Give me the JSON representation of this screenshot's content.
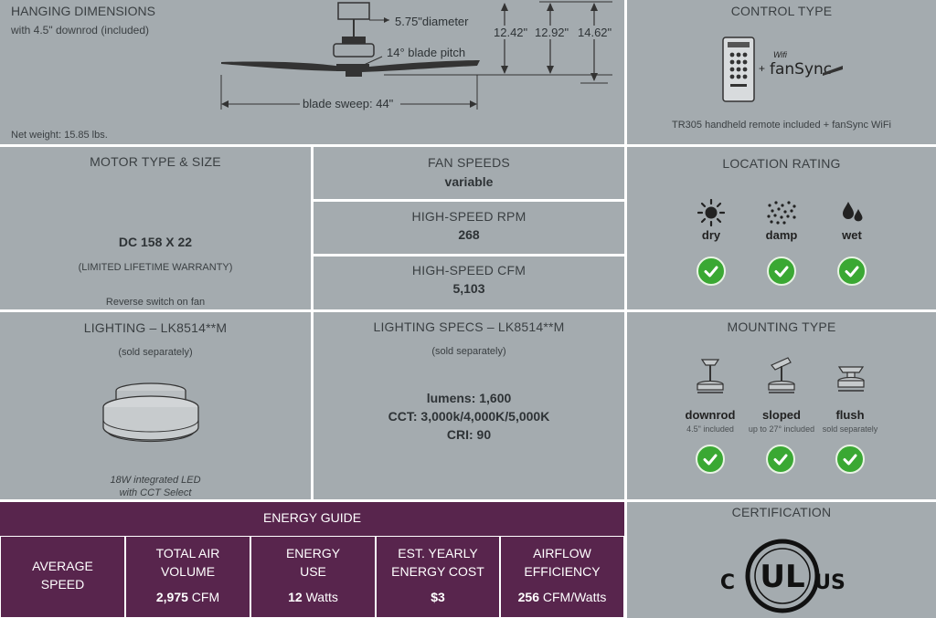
{
  "hanging": {
    "title": "HANGING DIMENSIONS",
    "subtitle": "with 4.5\" downrod (included)",
    "diameter": "5.75\"diameter",
    "pitch": "14° blade pitch",
    "sweep": "blade sweep: 44\"",
    "h1": "12.42\"",
    "h2": "12.92\"",
    "h3": "14.62\"",
    "weight": "Net weight: 15.85 lbs."
  },
  "control": {
    "title": "CONTROL TYPE",
    "wifi": "Wifi",
    "fansync": "fanSync",
    "plus": "+",
    "caption": "TR305 handheld remote included + fanSync WiFi"
  },
  "motor": {
    "title": "MOTOR TYPE & SIZE",
    "value": "DC 158 X 22",
    "warranty": "(LIMITED LIFETIME WARRANTY)",
    "note": "Reverse switch on fan"
  },
  "speeds": {
    "title": "FAN SPEEDS",
    "value": "variable"
  },
  "rpm": {
    "title": "HIGH-SPEED RPM",
    "value": "268"
  },
  "cfm": {
    "title": "HIGH-SPEED CFM",
    "value": "5,103"
  },
  "location": {
    "title": "LOCATION RATING",
    "items": [
      {
        "label": "dry"
      },
      {
        "label": "damp"
      },
      {
        "label": "wet"
      }
    ]
  },
  "lighting": {
    "title": "LIGHTING – LK8514**M",
    "sub": "(sold separately)",
    "cap1": "18W integrated LED",
    "cap2": "with CCT Select"
  },
  "specs": {
    "title": "LIGHTING SPECS – LK8514**M",
    "sub": "(sold separately)",
    "lumens": "lumens: 1,600",
    "cct": "CCT: 3,000k/4,000K/5,000K",
    "cri": "CRI: 90"
  },
  "mounting": {
    "title": "MOUNTING TYPE",
    "items": [
      {
        "label": "downrod",
        "sub": "4.5\" included"
      },
      {
        "label": "sloped",
        "sub": "up to 27° included"
      },
      {
        "label": "flush",
        "sub": "sold separately"
      }
    ]
  },
  "energy": {
    "title": "ENERGY GUIDE",
    "c1": {
      "h1": "AVERAGE",
      "h2": "SPEED"
    },
    "c2": {
      "h1": "TOTAL AIR",
      "h2": "VOLUME",
      "num": "2,975",
      "unit": " CFM"
    },
    "c3": {
      "h1": "ENERGY",
      "h2": "USE",
      "num": "12",
      "unit": " Watts"
    },
    "c4": {
      "h1": "EST. YEARLY",
      "h2": "ENERGY COST",
      "num": "$3"
    },
    "c5": {
      "h1": "AIRFLOW",
      "h2": "EFFICIENCY",
      "num": "256",
      "unit": " CFM/Watts"
    }
  },
  "cert": {
    "title": "CERTIFICATION",
    "c": "C",
    "ul": "UL",
    "us": "US"
  }
}
